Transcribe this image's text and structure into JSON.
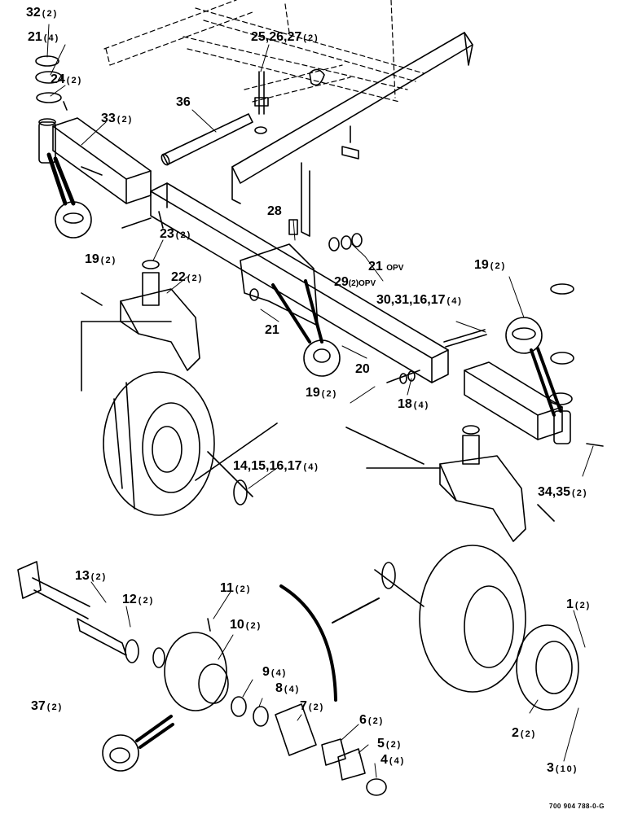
{
  "callouts": [
    {
      "id": "c32",
      "num": "32",
      "qty": "(2)"
    },
    {
      "id": "c21a",
      "num": "21",
      "qty": "(4)"
    },
    {
      "id": "c24",
      "num": "24",
      "qty": "(2)"
    },
    {
      "id": "c33",
      "num": "33",
      "qty": "(2)"
    },
    {
      "id": "c36",
      "num": "36",
      "qty": ""
    },
    {
      "id": "c25",
      "num": "25,26,27",
      "qty": "(2)"
    },
    {
      "id": "c28",
      "num": "28",
      "qty": ""
    },
    {
      "id": "c19a",
      "num": "19",
      "qty": "(2)"
    },
    {
      "id": "c23",
      "num": "23",
      "qty": "(2)"
    },
    {
      "id": "c21opv",
      "num": "21",
      "qty": "OPV"
    },
    {
      "id": "c29",
      "num": "29",
      "qty": "(2)OPV"
    },
    {
      "id": "c22",
      "num": "22",
      "qty": "(2)"
    },
    {
      "id": "c30",
      "num": "30,31,16,17",
      "qty": "(4)"
    },
    {
      "id": "c19b",
      "num": "19",
      "qty": "(2)"
    },
    {
      "id": "c21b",
      "num": "21",
      "qty": ""
    },
    {
      "id": "c20",
      "num": "20",
      "qty": ""
    },
    {
      "id": "c19c",
      "num": "19",
      "qty": "(2)"
    },
    {
      "id": "c18",
      "num": "18",
      "qty": "(4)"
    },
    {
      "id": "c14",
      "num": "14,15,16,17",
      "qty": "(4)"
    },
    {
      "id": "c34",
      "num": "34,35",
      "qty": "(2)"
    },
    {
      "id": "c13",
      "num": "13",
      "qty": "(2)"
    },
    {
      "id": "c12",
      "num": "12",
      "qty": "(2)"
    },
    {
      "id": "c11",
      "num": "11",
      "qty": "(2)"
    },
    {
      "id": "c10",
      "num": "10",
      "qty": "(2)"
    },
    {
      "id": "c1",
      "num": "1",
      "qty": "(2)"
    },
    {
      "id": "c9",
      "num": "9",
      "qty": "(4)"
    },
    {
      "id": "c8",
      "num": "8",
      "qty": "(4)"
    },
    {
      "id": "c7",
      "num": "7",
      "qty": "(2)"
    },
    {
      "id": "c37",
      "num": "37",
      "qty": "(2)"
    },
    {
      "id": "c6",
      "num": "6",
      "qty": "(2)"
    },
    {
      "id": "c5",
      "num": "5",
      "qty": "(2)"
    },
    {
      "id": "c4",
      "num": "4",
      "qty": "(4)"
    },
    {
      "id": "c2",
      "num": "2",
      "qty": "(2)"
    },
    {
      "id": "c3",
      "num": "3",
      "qty": "(10)"
    }
  ],
  "doc_number": "700 904 788-0-G"
}
